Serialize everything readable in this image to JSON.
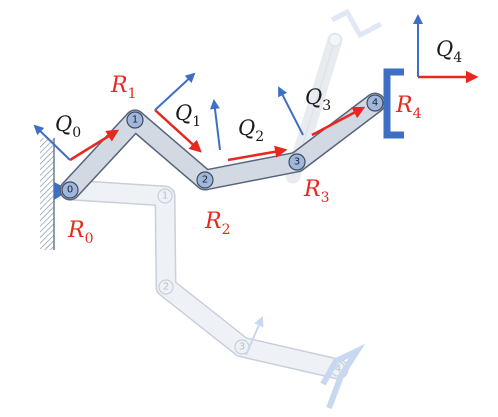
{
  "colors": {
    "red": "#e8281e",
    "blue": "#3f6fc4",
    "link_fill": "#d2d9e3",
    "link_stroke": "#55647a",
    "joint_fill": "#9fb7dc",
    "ghost_fill": "#eef1f5",
    "ghost_stroke": "#c9d0d9",
    "ghost_blue": "#c9d8f1",
    "wall": "#6b7c94"
  },
  "joints": [
    {
      "id": "j0",
      "label": "0"
    },
    {
      "id": "j1",
      "label": "1"
    },
    {
      "id": "j2",
      "label": "2"
    },
    {
      "id": "j3",
      "label": "3"
    },
    {
      "id": "j4",
      "label": "4"
    }
  ],
  "ghost_joints": [
    {
      "id": "g1",
      "label": "1"
    },
    {
      "id": "g2",
      "label": "2"
    },
    {
      "id": "g3",
      "label": "3"
    },
    {
      "id": "g4",
      "label": "4"
    }
  ],
  "labels": {
    "R0": {
      "main": "R",
      "sub": "0"
    },
    "R1": {
      "main": "R",
      "sub": "1"
    },
    "R2": {
      "main": "R",
      "sub": "2"
    },
    "R3": {
      "main": "R",
      "sub": "3"
    },
    "R4": {
      "main": "R",
      "sub": "4"
    },
    "Q0": {
      "main": "Q",
      "sub": "0"
    },
    "Q1": {
      "main": "Q",
      "sub": "1"
    },
    "Q2": {
      "main": "Q",
      "sub": "2"
    },
    "Q3": {
      "main": "Q",
      "sub": "3"
    },
    "Q4": {
      "main": "Q",
      "sub": "4"
    }
  }
}
